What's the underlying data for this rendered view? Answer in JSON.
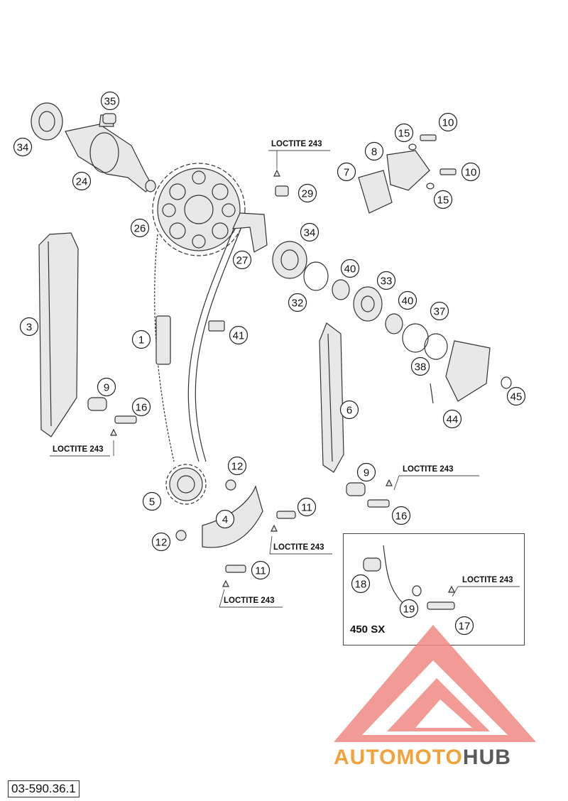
{
  "document_id": "03-590.36.1",
  "variant_label": "450 SX",
  "loctite_label": "LOCTITE 243",
  "watermark": {
    "text_part1": "AUTOMOTO",
    "text_part2": "HUB",
    "color_primary": "#e8413a",
    "color_secondary": "#f2a23b",
    "color_tertiary": "#5a5a5a"
  },
  "callouts": [
    "35",
    "34",
    "24",
    "15",
    "10",
    "8",
    "7",
    "10",
    "15",
    "29",
    "26",
    "34",
    "27",
    "40",
    "33",
    "32",
    "40",
    "37",
    "3",
    "1",
    "41",
    "38",
    "45",
    "44",
    "6",
    "9",
    "16",
    "12",
    "9",
    "16",
    "5",
    "4",
    "11",
    "12",
    "11",
    "18",
    "19",
    "17"
  ]
}
